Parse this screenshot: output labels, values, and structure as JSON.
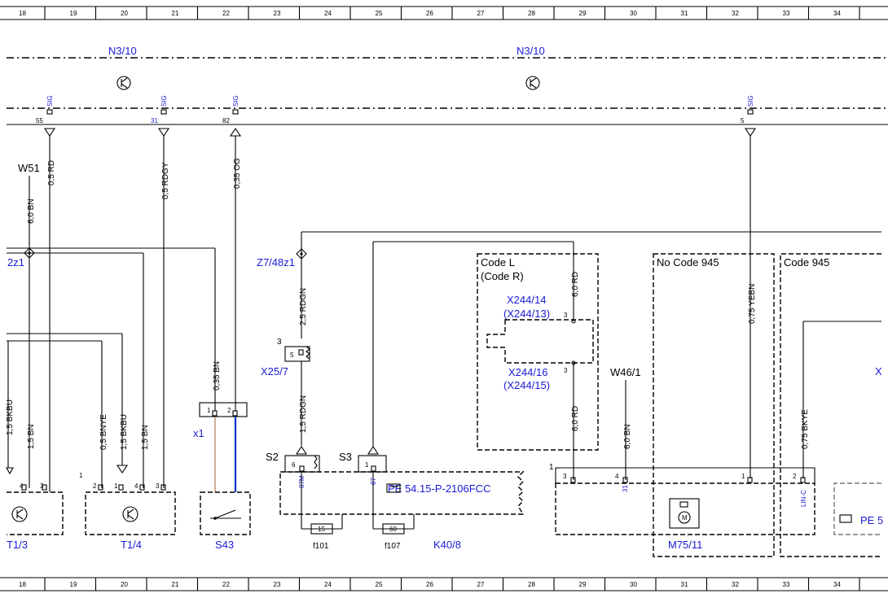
{
  "colors": {
    "reference": "#1a1ad6",
    "line": "#000000",
    "s43_wire": "#0033cc",
    "x1_wire_left": "#b07a5a"
  },
  "grid_columns": [
    "18",
    "19",
    "20",
    "21",
    "22",
    "23",
    "24",
    "25",
    "26",
    "27",
    "28",
    "29",
    "30",
    "31",
    "32",
    "33",
    "34"
  ],
  "modules": {
    "n3_10_left": "N3/10",
    "n3_10_right": "N3/10"
  },
  "signal": "SIG",
  "pins": {
    "p55": "55",
    "p31": "31",
    "p82": "82",
    "p5": "5"
  },
  "wires": {
    "w1": "0,5 RD",
    "w2": "0,5 RDGY",
    "w3": "0,35 OG",
    "w4": "6,0 BN",
    "w5": "2,5 RDGN",
    "w6": "1,5 RDGN",
    "w7": "0,35 BN",
    "w8": "6,0 RD",
    "w9": "6,0 RD",
    "w10": "6,0 BN",
    "w11": "0,75 YEBN",
    "w12": "0,75 BKYE",
    "w13": "1,5 BKBU",
    "w14": "1,5 BN",
    "w15": "0,5 BNYE",
    "w16": "1,5 BKBU",
    "w17": "1,5 BN"
  },
  "labels": {
    "w51": "W51",
    "z2z1": "2z1",
    "z7_48z1": "Z7/48z1",
    "x25_7": "X25/7",
    "x244_14": "X244/14",
    "x244_13": "(X244/13)",
    "x244_16": "X244/16",
    "x244_15": "(X244/15)",
    "code_l": "Code L",
    "code_r": "(Code R)",
    "no_code_945": "No Code 945",
    "code_945": "Code 945",
    "w46_1": "W46/1",
    "x1": "x1",
    "s2": "S2",
    "s3": "S3",
    "t1_3": "T1/3",
    "t1_4": "T1/4",
    "s43": "S43",
    "f101": "f101",
    "f107": "f107",
    "k40_8": "K40/8",
    "m75_11": "M75/11",
    "x_edge": "X",
    "ref_k40": "PE 54.15-P-2106FCC",
    "ref_right": "PE 5"
  },
  "connector_pins": {
    "c3": "3",
    "c5": "5",
    "c1": "1",
    "c2": "2",
    "c6": "6",
    "c4": "4",
    "m87": "87M",
    "m87b": "87",
    "m31": "31",
    "lin": "LIN-C",
    "f15": "15",
    "f60": "60"
  }
}
